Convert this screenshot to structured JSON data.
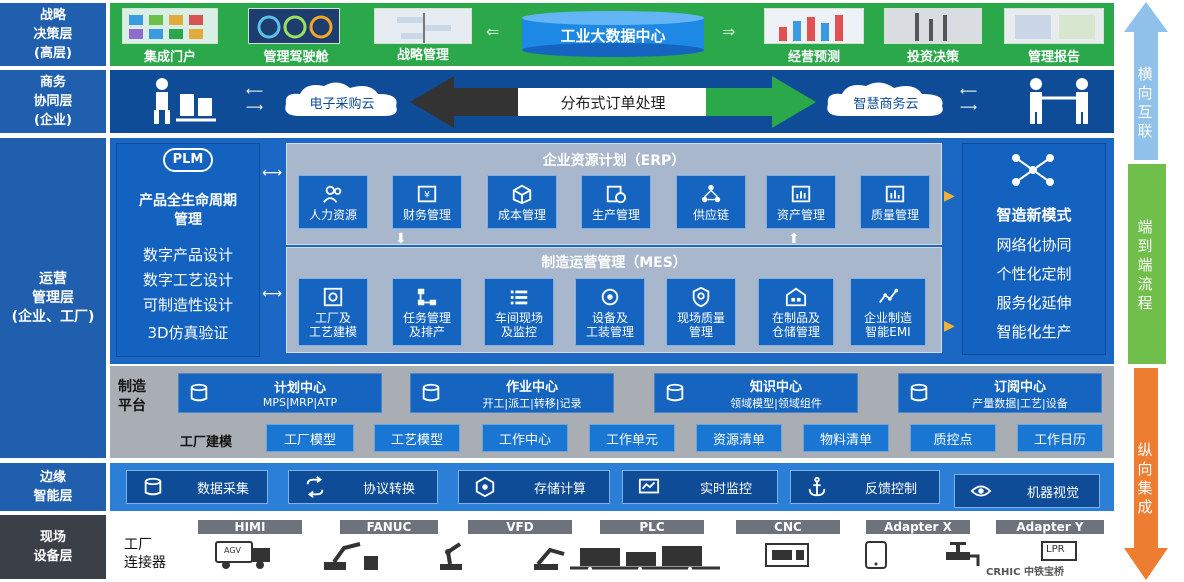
{
  "layers": {
    "strategy": "战略\n决策层\n(高层)",
    "business": "商务\n协同层\n(企业)",
    "operation": "运营\n管理层\n(企业、工厂)",
    "edge": "边缘\n智能层",
    "field": "现场\n设备层"
  },
  "strategy": {
    "items": [
      "集成门户",
      "管理驾驶舱",
      "战略管理"
    ],
    "center": "工业大数据中心",
    "right_items": [
      "经营预测",
      "投资决策",
      "管理报告"
    ]
  },
  "business": {
    "left_cloud": "电子采购云",
    "center": "分布式订单处理",
    "right_cloud": "智慧商务云"
  },
  "plm": {
    "logo": "PLM",
    "title": "产品全生命周期\n管理",
    "items": [
      "数字产品设计",
      "数字工艺设计",
      "可制造性设计",
      "3D仿真验证"
    ]
  },
  "erp": {
    "title": "企业资源计划（ERP）",
    "items": [
      "人力资源",
      "财务管理",
      "成本管理",
      "生产管理",
      "供应链",
      "资产管理",
      "质量管理"
    ]
  },
  "mes": {
    "title": "制造运营管理（MES）",
    "items": [
      "工厂及\n工艺建模",
      "任务管理\n及排产",
      "车间现场\n及监控",
      "设备及\n工装管理",
      "现场质量\n管理",
      "在制品及\n仓储管理",
      "企业制造\n智能EMI"
    ]
  },
  "smart": {
    "title": "智造新模式",
    "items": [
      "网络化协同",
      "个性化定制",
      "服务化延伸",
      "智能化生产"
    ]
  },
  "platform": {
    "label": "制造\n平台",
    "centers": [
      {
        "name": "计划中心",
        "sub": "MPS|MRP|ATP"
      },
      {
        "name": "作业中心",
        "sub": "开工|派工|转移|记录"
      },
      {
        "name": "知识中心",
        "sub": "领域模型|领域组件"
      },
      {
        "name": "订阅中心",
        "sub": "产量数据|工艺|设备"
      }
    ],
    "factory_label": "工厂建模",
    "factory_items": [
      "工厂模型",
      "工艺模型",
      "工作中心",
      "工作单元",
      "资源清单",
      "物料清单",
      "质控点",
      "工作日历"
    ]
  },
  "edge": {
    "items": [
      "数据采集",
      "协议转换",
      "存储计算",
      "实时监控",
      "反馈控制",
      "机器视觉"
    ]
  },
  "field": {
    "connector": "工厂\n连接器",
    "devices": [
      "HIMI",
      "FANUC",
      "VFD",
      "PLC",
      "CNC",
      "Adapter X",
      "Adapter Y"
    ],
    "agv": "AGV",
    "lpr": "LPR",
    "watermark": "CRHIC 中铁宝桥"
  },
  "right_bar": {
    "top": "横\n向\n互\n联",
    "mid": "端\n到\n端\n流\n程",
    "bottom": "纵\n向\n集\n成"
  },
  "colors": {
    "label_blue": "#1f5fae",
    "strategy_green": "#2aa84a",
    "business_blue": "#0f4c97",
    "ops_blue": "#1a67c4",
    "gray_panel": "#a9aeb5",
    "right_top": "#8fc1ea",
    "right_mid": "#6fbf4a",
    "right_bottom": "#ed7d31"
  }
}
